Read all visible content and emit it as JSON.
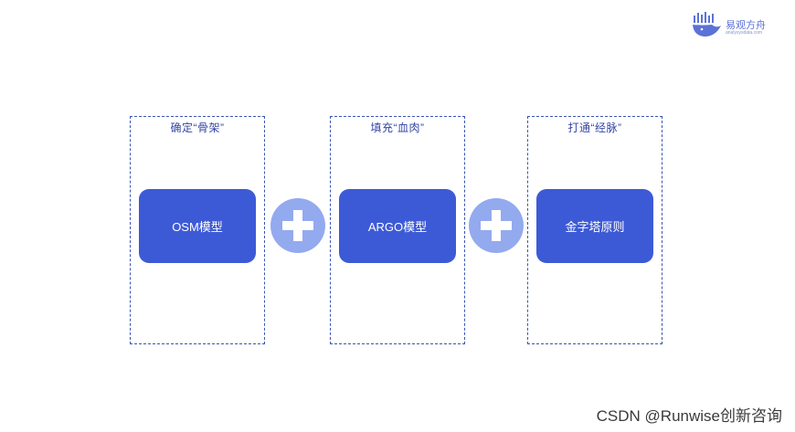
{
  "logo": {
    "name": "易观方舟",
    "domain": "analysysdata.com"
  },
  "panels": [
    {
      "title": "确定“骨架”",
      "box": "OSM模型"
    },
    {
      "title": "填充“血肉”",
      "box": "ARGO模型"
    },
    {
      "title": "打通“经脉”",
      "box": "金字塔原则"
    }
  ],
  "operators": [
    "plus-icon",
    "plus-icon"
  ],
  "colors": {
    "box": "#3d5ad6",
    "circle": "#93aaef",
    "border": "#3a56b0"
  },
  "watermark": "CSDN @Runwise创新咨询"
}
